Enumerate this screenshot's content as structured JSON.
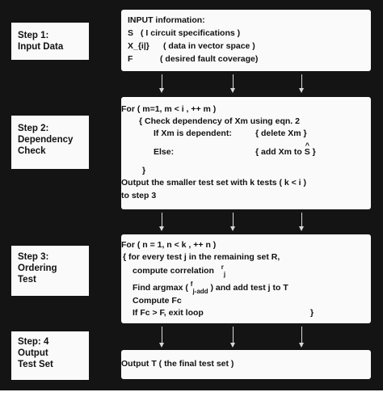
{
  "steps": [
    {
      "line1": "Step 1:",
      "line2": "Input Data",
      "line3": ""
    },
    {
      "line1": "Step 2:",
      "line2": "Dependency",
      "line3": "Check"
    },
    {
      "line1": "Step 3:",
      "line2": "Ordering",
      "line3": "Test"
    },
    {
      "line1": "Step: 4",
      "line2": "Output",
      "line3": "Test Set"
    }
  ],
  "box1": {
    "title": "INPUT information:",
    "s_sym": "S",
    "s_desc": "( I circuit specifications )",
    "x_sym": "X_{i|}",
    "x_desc": "( data in vector space )",
    "f_sym": "F",
    "f_desc": "( desired fault coverage)"
  },
  "box2": {
    "l1": "For ( m=1,  m < i ,  ++ m )",
    "l2": "{   Check dependency of Xm using eqn. 2",
    "l3": "If Xm is dependent:",
    "l3b": "{ delete  Xm }",
    "l4": "Else:",
    "l4b": "{ add Xm to",
    "l4c": "S",
    "l4d": "}",
    "l5": "}",
    "l6": "Output the smaller test set with k tests ( k < i )",
    "l7": "to step 3"
  },
  "box3": {
    "l1": "For ( n = 1,  n < k ,  ++ n )",
    "l2": "{  for every test  j  in the remaining set R,",
    "l3": "compute correlation",
    "l3_sym": "r",
    "l3_sub": "j",
    "l4a": "Find argmax (",
    "l4_sym": "f",
    "l4_sub": "j-add",
    "l4b": ") and add test  j  to T",
    "l5": "Compute Fc",
    "l6": "If Fc >  F,   exit loop",
    "l6b": "}"
  },
  "box4": {
    "l1": "Output T ( the final test set )"
  }
}
